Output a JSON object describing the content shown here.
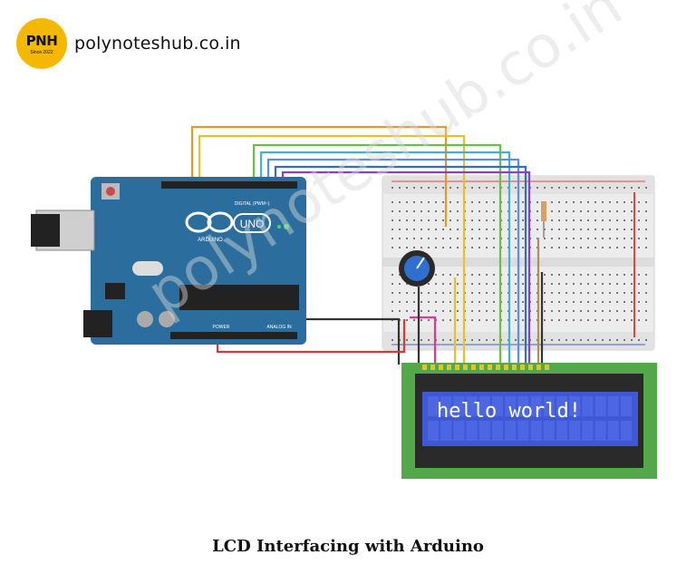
{
  "header": {
    "logo_text": "PNH",
    "logo_sub": "Since 2022",
    "site_name": "polynoteshub.co.in"
  },
  "watermark": "polynoteshub.co.in",
  "board": {
    "uno_label": "UNO",
    "brand_label": "ARDUINO",
    "digital_label": "DIGITAL (PWM~)",
    "power_label": "POWER",
    "analog_label": "ANALOG IN"
  },
  "lcd": {
    "display_text": "hello world!"
  },
  "caption": "LCD Interfacing with Arduino",
  "colors": {
    "board_blue": "#2b6e9e",
    "breadboard": "#ececec",
    "lcd_pcb": "#53a94a",
    "lcd_screen": "#3f59d6",
    "accent_logo": "#f5b800"
  }
}
